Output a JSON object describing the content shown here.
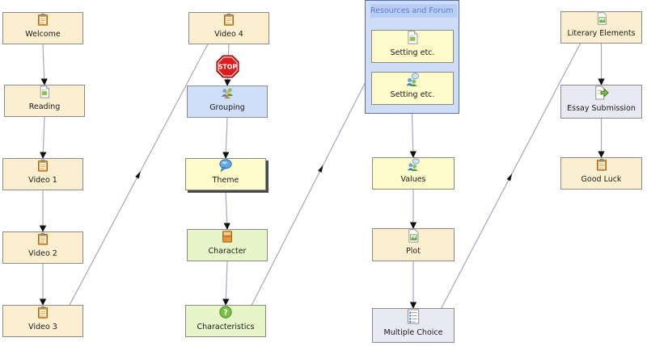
{
  "diagram": {
    "nodes": [
      {
        "id": "welcome",
        "label": "Welcome",
        "type": "activity",
        "icon": "clipboard-icon"
      },
      {
        "id": "reading",
        "label": "Reading",
        "type": "activity",
        "icon": "document-icon"
      },
      {
        "id": "video1",
        "label": "Video 1",
        "type": "activity",
        "icon": "clipboard-icon"
      },
      {
        "id": "video2",
        "label": "Video 2",
        "type": "activity",
        "icon": "clipboard-icon"
      },
      {
        "id": "video3",
        "label": "Video 3",
        "type": "activity",
        "icon": "clipboard-icon"
      },
      {
        "id": "video4",
        "label": "Video 4",
        "type": "activity",
        "icon": "clipboard-icon"
      },
      {
        "id": "grouping",
        "label": "Grouping",
        "type": "group",
        "icon": "people-icon"
      },
      {
        "id": "theme",
        "label": "Theme",
        "type": "forum",
        "icon": "speech-bubble-icon"
      },
      {
        "id": "character",
        "label": "Character",
        "type": "assess",
        "icon": "notebook-icon"
      },
      {
        "id": "characteristics",
        "label": "Characteristics",
        "type": "assess",
        "icon": "question-icon"
      },
      {
        "id": "setting1",
        "label": "Setting etc.",
        "type": "option",
        "icon": "document-icon"
      },
      {
        "id": "setting2",
        "label": "Setting etc.",
        "type": "option",
        "icon": "people-chat-icon"
      },
      {
        "id": "values",
        "label": "Values",
        "type": "option",
        "icon": "people-chat-icon"
      },
      {
        "id": "plot",
        "label": "Plot",
        "type": "activity",
        "icon": "image-icon"
      },
      {
        "id": "mchoice",
        "label": "Multiple Choice",
        "type": "submit",
        "icon": "checklist-icon"
      },
      {
        "id": "literary",
        "label": "Literary Elements",
        "type": "activity",
        "icon": "image-icon"
      },
      {
        "id": "essay",
        "label": "Essay Submission",
        "type": "submit",
        "icon": "submit-arrow-icon"
      },
      {
        "id": "goodluck",
        "label": "Good Luck",
        "type": "activity",
        "icon": "clipboard-icon"
      }
    ],
    "container": {
      "id": "resources",
      "title": "Resources and Forum"
    },
    "stop_sign": {
      "label": "STOP"
    },
    "edges": [
      [
        "welcome",
        "reading"
      ],
      [
        "reading",
        "video1"
      ],
      [
        "video1",
        "video2"
      ],
      [
        "video2",
        "video3"
      ],
      [
        "video3",
        "video4"
      ],
      [
        "video4",
        "grouping"
      ],
      [
        "grouping",
        "theme"
      ],
      [
        "theme",
        "character"
      ],
      [
        "character",
        "characteristics"
      ],
      [
        "characteristics",
        "resources"
      ],
      [
        "resources",
        "values"
      ],
      [
        "values",
        "plot"
      ],
      [
        "plot",
        "mchoice"
      ],
      [
        "mchoice",
        "literary"
      ],
      [
        "literary",
        "essay"
      ],
      [
        "essay",
        "goodluck"
      ]
    ],
    "colors": {
      "activity": "#fbefcf",
      "group": "#cfdff8",
      "forum": "#fdfbc9",
      "assess": "#e6f6c8",
      "submit": "#e9e9f4",
      "edge": "#a7a6c4"
    }
  }
}
